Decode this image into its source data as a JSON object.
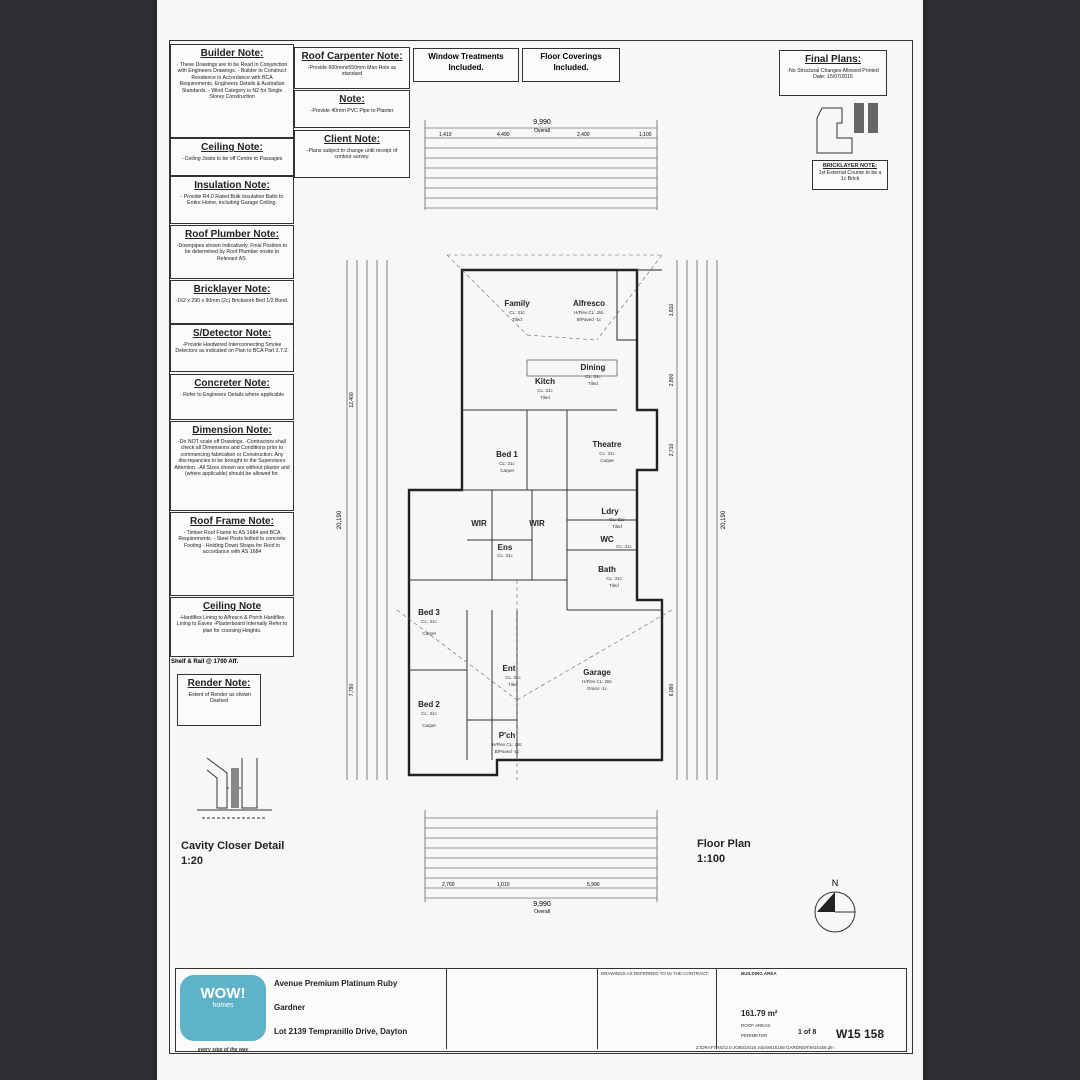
{
  "notes": {
    "builder": {
      "title": "Builder Note:",
      "body": "- These Drawings are to be Read in Conjunction with Engineers Drawings. - Builder to Construct Residence in Accordance with BCA Requirements, Engineers Details & Australian Standards. - Wind Category is N2 for Single Storey Construction"
    },
    "ceiling": {
      "title": "Ceiling Note:",
      "body": "- Ceiling Joists to be off Centre to Passages"
    },
    "insulation": {
      "title": "Insulation Note:",
      "body": "- Provide R4.0 Rated Bulk Insulation Batts to Entire Home, including Garage Ceiling."
    },
    "roof_plumber": {
      "title": "Roof Plumber Note:",
      "body": "-Downpipes shown Indicatively. Final Position to be determined by Roof Plumber onsite to Relevant AS."
    },
    "bricklayer": {
      "title": "Bricklayer Note:",
      "body": "-162 x 290 x 90mm (2c) Brickwork Bed 1/2 Bond."
    },
    "sdetector": {
      "title": "S/Detector Note:",
      "body": "-Provide Hardwired Interconnecting Smoke Detectors as indicated on Plan to BCA Part 3.7.2."
    },
    "concreter": {
      "title": "Concreter Note:",
      "body": "- Refer to Engineers Details where applicable"
    },
    "dimension": {
      "title": "Dimension Note:",
      "body": "-Do NOT scale off Drawings. -Contractors shall check all Dimensions and Conditions prior to commencing fabrication or Construction. Any discrepancies to be brought to the Supervisors Attention. -All Sizes shown are without plaster and (where applicable) should be allowed for."
    },
    "roof_frame": {
      "title": "Roof Frame Note:",
      "body": "- Timber Roof Frame to AS 1684 and BCA Requirements. - Steel Posts bolted to concrete Footing - Holding Down Straps for Roof in accordance with AS 1684"
    },
    "ceiling2": {
      "title": "Ceiling Note",
      "body": "-Hardiflex Lining to Alfresco & Porch Hardiflex Lining to Eaves -Plasterboard Internally Refer to plan for coursing Heights."
    },
    "shelf": "Shelf & Rail @ 1700 Aff.",
    "render": {
      "title": "Render Note:",
      "body": "-Extent of Render as shown Dashed"
    },
    "roof_carpenter": {
      "title": "Roof Carpenter Note:",
      "body": "-Provide 600mmx550mm Man Hole as standard"
    },
    "note": {
      "title": "Note:",
      "body": "-Provide 40mm PVC Pipe to Planter"
    },
    "client": {
      "title": "Client Note:",
      "body": "-Plans subject to change until receipt of contour survey."
    },
    "window_treatments": "Window Treatments Included.",
    "floor_coverings": "Floor Coverings Included.",
    "final_plans": {
      "title": "Final Plans:",
      "body": "-No Structural Changes Allowed Printed Date: 15/07/2015"
    },
    "bricklayer2": {
      "title": "BRICKLAYER NOTE:",
      "body": "1st External Course to be a 1c Brick"
    }
  },
  "rooms": {
    "family": {
      "name": "Family",
      "ceil": "CL: 31c",
      "floor": "Tiled"
    },
    "alfresco": {
      "name": "Alfresco",
      "ceil": "H/Flex CL: 28c",
      "floor": "B/Paved -1c"
    },
    "kitch": {
      "name": "Kitch",
      "ceil": "CL: 31c",
      "floor": "Tiled"
    },
    "dining": {
      "name": "Dining",
      "ceil": "CL: 31c",
      "floor": "Tiled"
    },
    "bed1": {
      "name": "Bed 1",
      "ceil": "CL: 31c",
      "floor": "Carpet"
    },
    "theatre": {
      "name": "Theatre",
      "ceil": "CL: 31c",
      "floor": "Carpet"
    },
    "wir1": {
      "name": "WIR"
    },
    "wir2": {
      "name": "WIR"
    },
    "ens": {
      "name": "Ens",
      "ceil": "CL: 31c"
    },
    "ldry": {
      "name": "Ldry",
      "ceil": "CL: 31c",
      "floor": "Tiled"
    },
    "wc": {
      "name": "WC",
      "ceil": "CL: 31c"
    },
    "bath": {
      "name": "Bath",
      "ceil": "CL: 31c",
      "floor": "Tiled"
    },
    "bed3": {
      "name": "Bed 3",
      "ceil": "CL: 31c",
      "floor": "Carpet"
    },
    "ent": {
      "name": "Ent",
      "ceil": "CL: 31c",
      "floor": "Tiled"
    },
    "garage": {
      "name": "Garage",
      "ceil": "H/Flex CL: 28c",
      "floor": "Grano -1c"
    },
    "bed2": {
      "name": "Bed 2",
      "ceil": "CL: 31c",
      "floor": "Carpet"
    },
    "porch": {
      "name": "P'ch",
      "ceil": "H/Flex CL: 28c",
      "floor": "B/Paved -1c"
    }
  },
  "dims": {
    "overall_top": "9,990",
    "overall_label": "Overall",
    "overall_bottom": "9,990",
    "overall_left": "20,190",
    "overall_right": "20,190",
    "top_row": [
      "1,410",
      "4,490",
      "2,400",
      "1,100"
    ],
    "bottom_row": [
      "2,760",
      "1,010",
      "5,990"
    ],
    "left_col": [
      "12,400",
      "7,790"
    ],
    "right_col": [
      "1,810",
      "2,800",
      "2,710",
      "6,090"
    ]
  },
  "labels": {
    "cavity_title": "Cavity Closer Detail",
    "cavity_scale": "1:20",
    "floor_title": "Floor Plan",
    "floor_scale": "1:100",
    "north": "N"
  },
  "titleblock": {
    "logo": "WOW!",
    "logo_sub": "homes",
    "tagline": "every step of the way",
    "design": "Avenue Premium Platinum Ruby",
    "client": "Gardner",
    "address": "Lot 2139 Tempranillo Drive, Dayton",
    "building_area": "BUILDING AREA",
    "area_total": "161.79 m²",
    "roof_areas": "ROOF AREAS",
    "perimeter": "PERIMETER",
    "sheet": "1 of 8",
    "job": "W15 158",
    "contract_note": "DRAWINGS AS REFERRED TO IN THE CONTRACT:",
    "path": "Z:\\DRAFTING\\2.0 JOBS\\2015 Jobs\\W15158 GARDNER\\W15158.pln"
  }
}
